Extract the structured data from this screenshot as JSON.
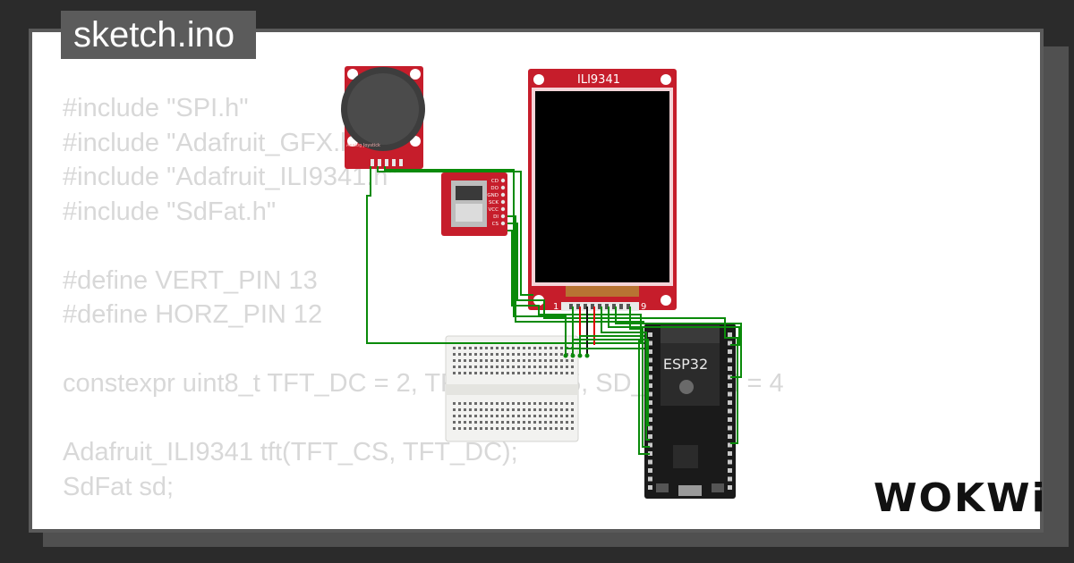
{
  "file_tab": {
    "label": "sketch.ino"
  },
  "code_lines": [
    "#include \"SPI.h\"",
    "#include \"Adafruit_GFX.h\"",
    "#include \"Adafruit_ILI9341.h\"",
    "#include \"SdFat.h\"",
    "",
    "#define VERT_PIN 13",
    "#define HORZ_PIN 12",
    "",
    "constexpr uint8_t TFT_DC = 2, TFT_CS = 15, SD_CS_PIN = 4",
    "",
    "Adafruit_ILI9341 tft(TFT_CS, TFT_DC);",
    "SdFat sd;"
  ],
  "components": {
    "display_label": "ILI9341",
    "display_pin_first": "1",
    "display_pin_last": "9",
    "mcu_label": "ESP32",
    "sd_pins": [
      "CD",
      "DO",
      "GND",
      "SCK",
      "VCC",
      "DI",
      "CS"
    ],
    "joystick_label": "Analog Joystick"
  },
  "brand": {
    "logo_text": "WOKWi"
  },
  "colors": {
    "background": "#2b2b2b",
    "card": "#ffffff",
    "tab": "#5b5b5b",
    "code_text": "#d8d8d8",
    "pcb_red": "#c61d2b",
    "wire_green": "#0a8a0a",
    "wire_red": "#e00000"
  }
}
